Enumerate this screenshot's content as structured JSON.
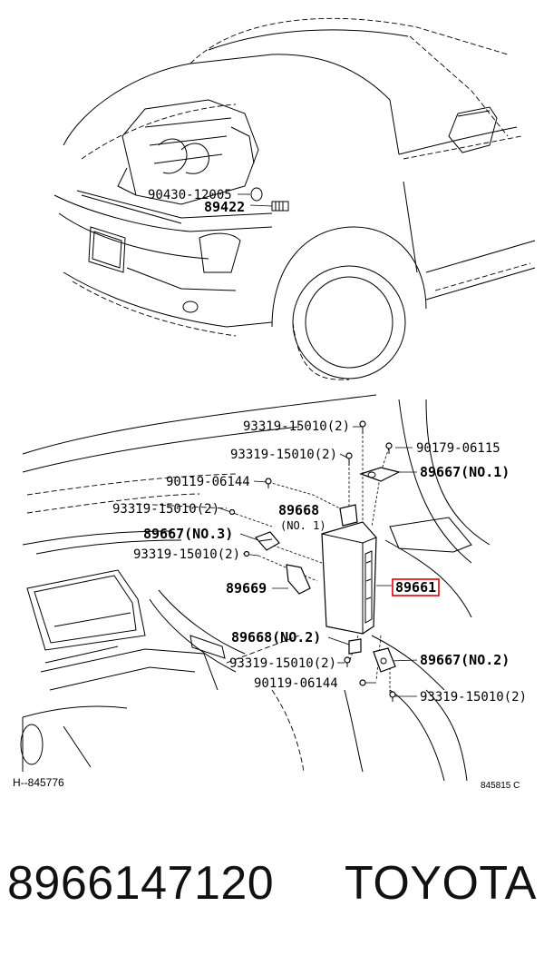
{
  "callouts": {
    "p90430": "90430-12005",
    "p89422": "89422",
    "p93319_a": "93319-15010(2)",
    "p93319_b": "93319-15010(2)",
    "p90179": "90179-06115",
    "p90119_a": "90119-06144",
    "p89667_no1": "89667(NO.1)",
    "p93319_c": "93319-15010(2)",
    "p89668": "89668",
    "p89668_sub": "(NO. 1)",
    "p89667_no3": "89667(NO.3)",
    "p93319_d": "93319-15010(2)",
    "p89669": "89669",
    "p89661": "89661",
    "p89668_no2": "89668(NO.2)",
    "p89667_no2": "89667(NO.2)",
    "p93319_e": "93319-15010(2)",
    "p90119_b": "90119-06144",
    "p93319_f": "93319-15010(2)"
  },
  "refs": {
    "left": "H--845776",
    "right": "845815 C"
  },
  "caption": {
    "part_number": "8966147120",
    "brand": "TOYOTA"
  },
  "colors": {
    "highlight": "#e0000f",
    "ink": "#000000"
  }
}
